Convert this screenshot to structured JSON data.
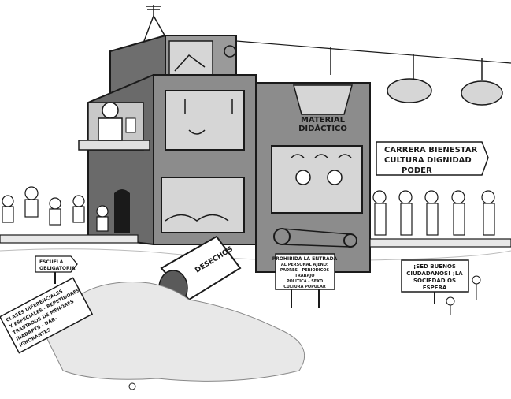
{
  "signs": {
    "bucket_line1": "MATERIAL",
    "bucket_line2": "DIDÁCTICO",
    "career_line1": "CARRERA BIENESTAR",
    "career_line2": "CULTURA DIGNIDAD",
    "career_line3": "PODER",
    "school_line1": "ESCUELA",
    "school_line2": "OBLIGATORIA",
    "waste": "DESECHOS",
    "prohibited_line1": "PROHIBIDA LA ENTRADA",
    "prohibited_line2": "AL PERSONAL AJENO:",
    "prohibited_line3": "PADRES - PERIODICOS",
    "prohibited_line4": "TRABAJO",
    "prohibited_line5": "POLITICA - SEXO",
    "prohibited_line6": "CULTURA POPULAR",
    "citizens_line1": "¡SED BUENOS",
    "citizens_line2": "CIUDADANOS! ¡LA",
    "citizens_line3": "SOCIEDAD OS",
    "citizens_line4": "ESPERA",
    "classes_line1": "CLASES DIFERENCIALES",
    "classes_line2": "Y ESPECIALES - REPETIDORES",
    "classes_line3": "TRASTADOS DE MENORES",
    "classes_line4": "INADAPTS - DAR-",
    "classes_line5": "IGNORANTES"
  },
  "colors": {
    "building_wall": "#8c8c8c",
    "building_dark": "#5a5a5a",
    "window_interior": "#d6d6d6",
    "ink": "#1a1a1a",
    "conveyor": "#e8e8e8",
    "ground": "#f2f2f2"
  },
  "icons": {
    "cable_car_bucket": "bucket-icon",
    "antenna": "antenna-icon",
    "flower": "flower-icon"
  }
}
